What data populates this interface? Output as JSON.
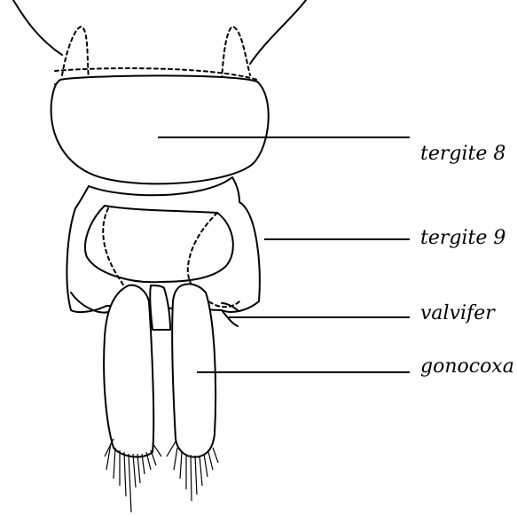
{
  "labels": {
    "tergite8": "tergite 8",
    "tergite9": "tergite 9",
    "valvifer": "valvifer",
    "gonocoxa": "gonocoxa"
  },
  "colors": {
    "ink": "#000000",
    "background": "#ffffff"
  }
}
